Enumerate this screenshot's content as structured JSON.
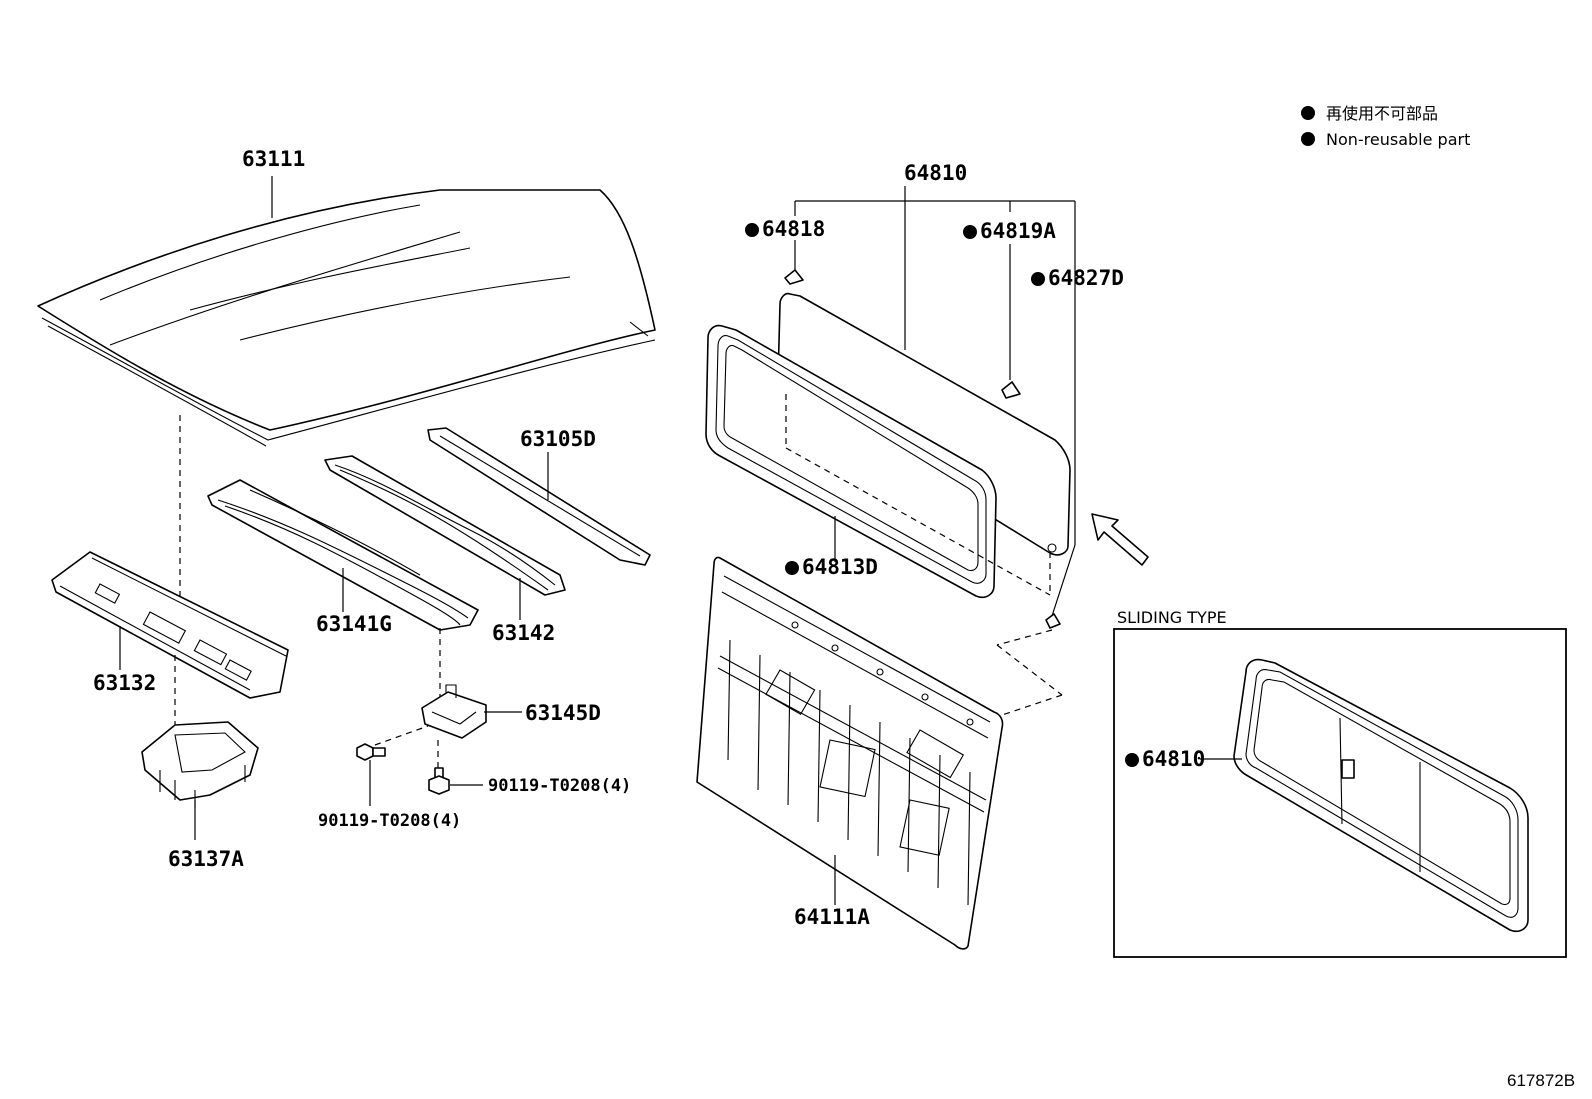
{
  "legend": {
    "line1": "再使用不可部品",
    "line2": "Non-reusable part"
  },
  "labels": {
    "p63111": "63111",
    "p63105d": "63105D",
    "p63141g": "63141G",
    "p63142": "63142",
    "p63132": "63132",
    "p63145d": "63145D",
    "p90119_a": "90119-T0208(4)",
    "p90119_b": "90119-T0208(4)",
    "p63137a": "63137A",
    "p64810": "64810",
    "p64818": "64818",
    "p64819a": "64819A",
    "p64827d": "64827D",
    "p64813d": "64813D",
    "p64111a": "64111A",
    "p64810_sliding": "64810"
  },
  "sliding_type": {
    "title": "SLIDING TYPE"
  },
  "reference_code": "617872B"
}
